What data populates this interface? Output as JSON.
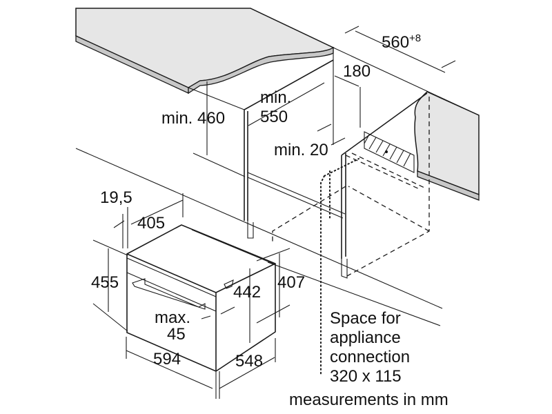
{
  "dimensions": {
    "niche_width": "560",
    "niche_width_tolerance": "+8",
    "depth_180": "180",
    "min_height": "min. 460",
    "min_depth_line1": "min.",
    "min_depth_line2": "550",
    "min_gap": "min. 20",
    "front_offset": "19,5",
    "top_depth": "405",
    "height_total": "455",
    "height_inner": "442",
    "height_side": "407",
    "max_line1": "max.",
    "max_line2": "45",
    "width": "594",
    "depth": "548"
  },
  "notes": {
    "connection_lines": [
      "Space for",
      "appliance",
      "connection",
      "320 x 115"
    ],
    "units": "measurements in mm"
  }
}
